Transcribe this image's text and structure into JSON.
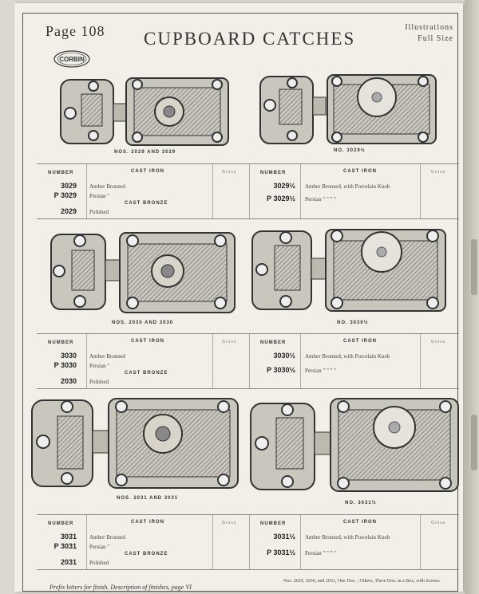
{
  "header": {
    "page_label": "Page 108",
    "title": "CUPBOARD CATCHES",
    "illustrations_line1": "Illustrations",
    "illustrations_line2": "Full Size",
    "logo_text": "CORBIN"
  },
  "captions": {
    "row1_left": "NOS. 2029 AND 3029",
    "row1_right": "NO. 3029½",
    "row2_left": "NOS. 2030 AND 3030",
    "row2_right": "NO. 3030½",
    "row3_left": "NOS. 2031 AND 3031",
    "row3_right": "NO. 3031½"
  },
  "table_headers": {
    "number": "NUMBER",
    "cast_iron": "CAST IRON",
    "gross": "Gross",
    "cast_bronze": "CAST BRONZE"
  },
  "tables": [
    {
      "left": {
        "n1": "3029",
        "n2": "P 3029",
        "n3": "2029",
        "d1": "Amber Bronzed",
        "d2": "Persian     \"",
        "d3": "Polished"
      },
      "right": {
        "n1": "3029½",
        "n2": "P 3029½",
        "d1": "Amber Bronzed, with Porcelain Knob",
        "d2": "Persian       \"       \"       \"       \""
      }
    },
    {
      "left": {
        "n1": "3030",
        "n2": "P 3030",
        "n3": "2030",
        "d1": "Amber Bronzed",
        "d2": "Persian     \"",
        "d3": "Polished"
      },
      "right": {
        "n1": "3030½",
        "n2": "P 3030½",
        "d1": "Amber Bronzed, with Porcelain Knob",
        "d2": "Persian       \"       \"       \"       \""
      }
    },
    {
      "left": {
        "n1": "3031",
        "n2": "P 3031",
        "n3": "2031",
        "d1": "Amber Bronzed",
        "d2": "Persian     \"",
        "d3": "Polished"
      },
      "right": {
        "n1": "3031½",
        "n2": "P 3031½",
        "d1": "Amber Bronzed, with Porcelain Knob",
        "d2": "Persian       \"       \"       \"       \""
      }
    }
  ],
  "footer": {
    "left": "Prefix letters for finish.   Description of finishes, page VI",
    "right": "Nos. 2029, 2030, and 2031, One Doz. ; Others, Three Doz. in a Box, with Screws"
  }
}
